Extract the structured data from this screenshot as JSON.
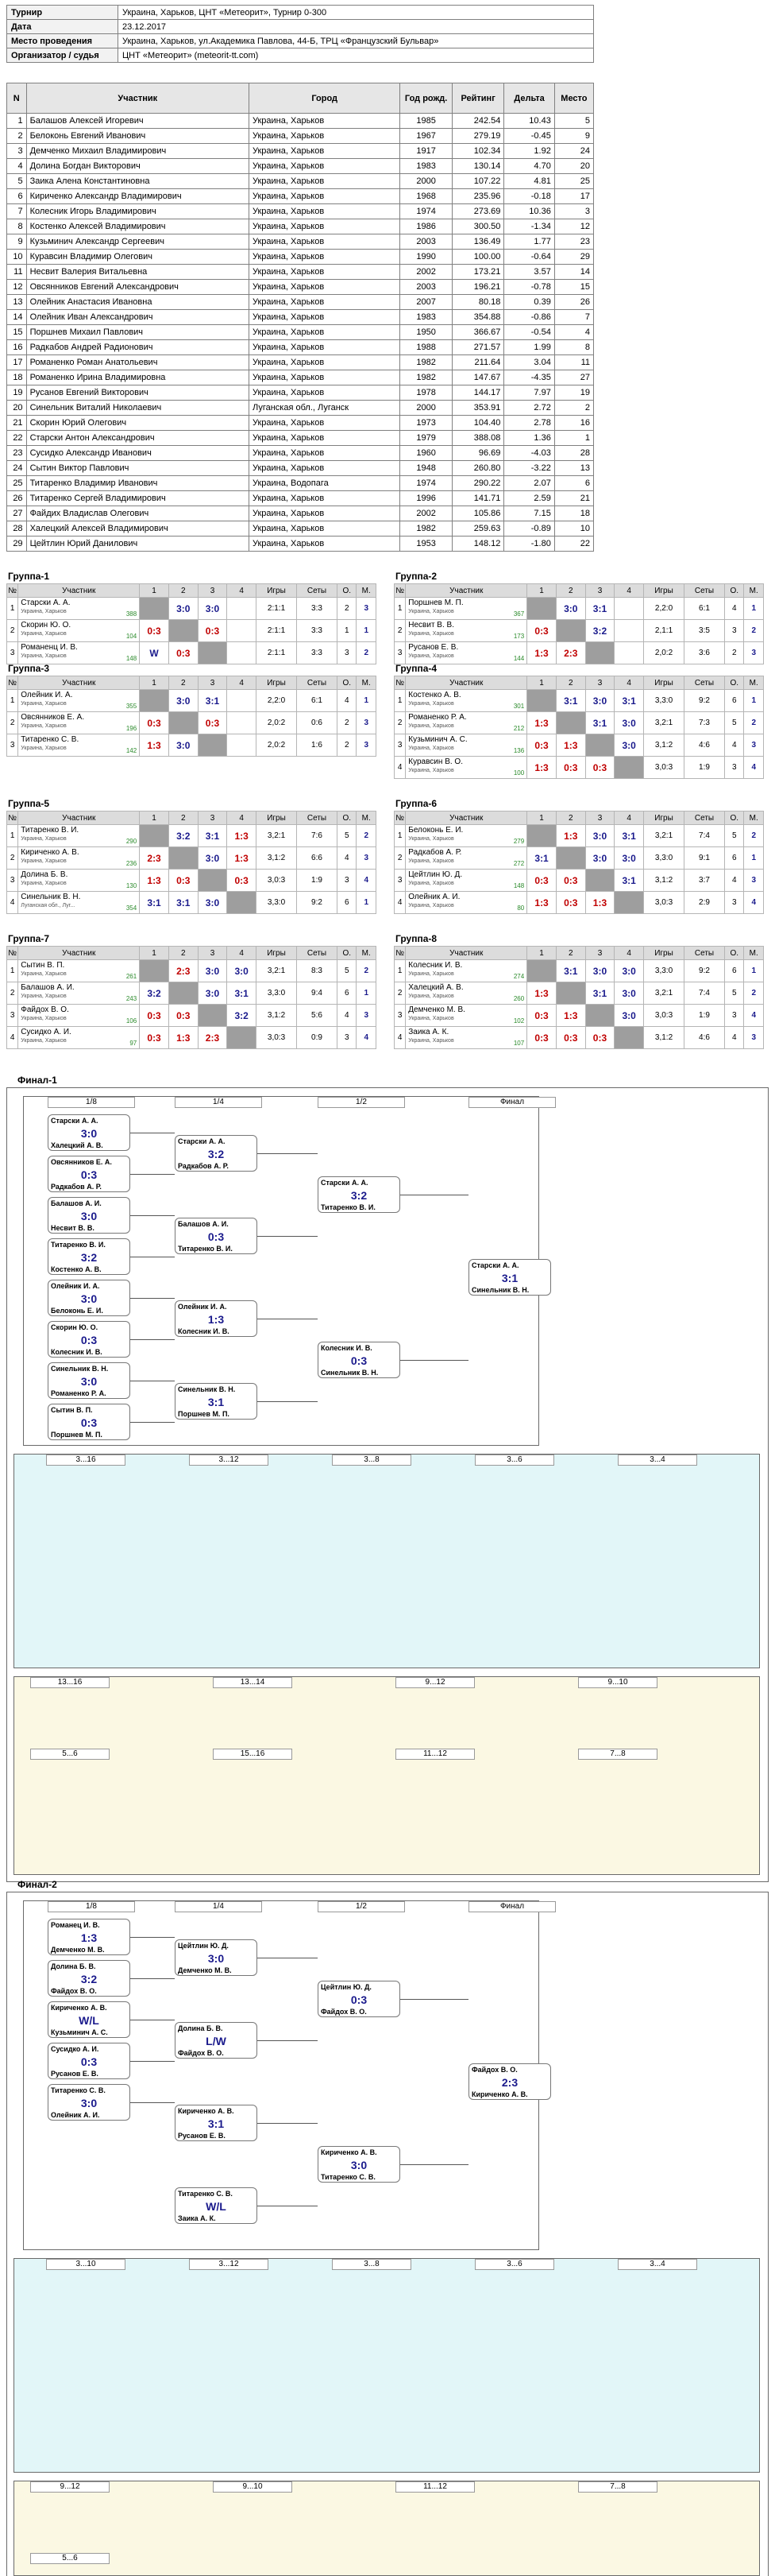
{
  "info": [
    {
      "k": "Турнир",
      "v": "Украина, Харьков, ЦНТ «Метеорит», Турнир 0-300"
    },
    {
      "k": "Дата",
      "v": "23.12.2017"
    },
    {
      "k": "Место проведения",
      "v": "Украина, Харьков, ул.Академика Павлова, 44-Б, ТРЦ «Французский Бульвар»"
    },
    {
      "k": "Организатор / судья",
      "v": "ЦНТ «Метеорит» (meteorit-tt.com)"
    }
  ],
  "players_headers": [
    "N",
    "Участник",
    "Город",
    "Год рожд.",
    "Рейтинг",
    "Дельта",
    "Место"
  ],
  "players": [
    [
      "1",
      "Балашов Алексей Игоревич",
      "Украина, Харьков",
      "1985",
      "242.54",
      "10.43",
      "5"
    ],
    [
      "2",
      "Белоконь Евгений Иванович",
      "Украина, Харьков",
      "1967",
      "279.19",
      "-0.45",
      "9"
    ],
    [
      "3",
      "Демченко Михаил Владимирович",
      "Украина, Харьков",
      "1917",
      "102.34",
      "1.92",
      "24"
    ],
    [
      "4",
      "Долина Богдан Викторович",
      "Украина, Харьков",
      "1983",
      "130.14",
      "4.70",
      "20"
    ],
    [
      "5",
      "Заика Алена Константиновна",
      "Украина, Харьков",
      "2000",
      "107.22",
      "4.81",
      "25"
    ],
    [
      "6",
      "Кириченко Александр Владимирович",
      "Украина, Харьков",
      "1968",
      "235.96",
      "-0.18",
      "17"
    ],
    [
      "7",
      "Колесник Игорь Владимирович",
      "Украина, Харьков",
      "1974",
      "273.69",
      "10.36",
      "3"
    ],
    [
      "8",
      "Костенко Алексей Владимирович",
      "Украина, Харьков",
      "1986",
      "300.50",
      "-1.34",
      "12"
    ],
    [
      "9",
      "Кузьминич Александр Сергеевич",
      "Украина, Харьков",
      "2003",
      "136.49",
      "1.77",
      "23"
    ],
    [
      "10",
      "Куравсин Владимир Олегович",
      "Украина, Харьков",
      "1990",
      "100.00",
      "-0.64",
      "29"
    ],
    [
      "11",
      "Несвит Валерия Витальевна",
      "Украина, Харьков",
      "2002",
      "173.21",
      "3.57",
      "14"
    ],
    [
      "12",
      "Овсянников Евгений Александрович",
      "Украина, Харьков",
      "2003",
      "196.21",
      "-0.78",
      "15"
    ],
    [
      "13",
      "Олейник Анастасия Ивановна",
      "Украина, Харьков",
      "2007",
      "80.18",
      "0.39",
      "26"
    ],
    [
      "14",
      "Олейник Иван Александрович",
      "Украина, Харьков",
      "1983",
      "354.88",
      "-0.86",
      "7"
    ],
    [
      "15",
      "Поршнев Михаил Павлович",
      "Украина, Харьков",
      "1950",
      "366.67",
      "-0.54",
      "4"
    ],
    [
      "16",
      "Радкабов Андрей Радионович",
      "Украина, Харьков",
      "1988",
      "271.57",
      "1.99",
      "8"
    ],
    [
      "17",
      "Романенко Роман Анатольевич",
      "Украина, Харьков",
      "1982",
      "211.64",
      "3.04",
      "11"
    ],
    [
      "18",
      "Романенко Ирина Владимировна",
      "Украина, Харьков",
      "1982",
      "147.67",
      "-4.35",
      "27"
    ],
    [
      "19",
      "Русанов Евгений Викторович",
      "Украина, Харьков",
      "1978",
      "144.17",
      "7.97",
      "19"
    ],
    [
      "20",
      "Синельник Виталий Николаевич",
      "Луганская обл., Луганск",
      "2000",
      "353.91",
      "2.72",
      "2"
    ],
    [
      "21",
      "Скорин Юрий Олегович",
      "Украина, Харьков",
      "1973",
      "104.40",
      "2.78",
      "16"
    ],
    [
      "22",
      "Старски Антон Александрович",
      "Украина, Харьков",
      "1979",
      "388.08",
      "1.36",
      "1"
    ],
    [
      "23",
      "Сусидко Александр Иванович",
      "Украина, Харьков",
      "1960",
      "96.69",
      "-4.03",
      "28"
    ],
    [
      "24",
      "Сытин Виктор Павлович",
      "Украина, Харьков",
      "1948",
      "260.80",
      "-3.22",
      "13"
    ],
    [
      "25",
      "Титаренко Владимир Иванович",
      "Украина, Водопага",
      "1974",
      "290.22",
      "2.07",
      "6"
    ],
    [
      "26",
      "Титаренко Сергей Владимирович",
      "Украина, Харьков",
      "1996",
      "141.71",
      "2.59",
      "21"
    ],
    [
      "27",
      "Файдих Владислав Олегович",
      "Украина, Харьков",
      "2002",
      "105.86",
      "7.15",
      "18"
    ],
    [
      "28",
      "Халецкий Алексей Владимирович",
      "Украина, Харьков",
      "1982",
      "259.63",
      "-0.89",
      "10"
    ],
    [
      "29",
      "Цейтлин Юрий Данилович",
      "Украина, Харьков",
      "1953",
      "148.12",
      "-1.80",
      "22"
    ]
  ],
  "group_headers": [
    "№",
    "Участник",
    "1",
    "2",
    "3",
    "4",
    "Игры",
    "Сеты",
    "О.",
    "М."
  ],
  "groups": [
    {
      "title": "Группа-1",
      "rows": [
        {
          "n": "1",
          "name": "Старски А. А.",
          "city": "Украина, Харьков",
          "rt": "388",
          "s": [
            "",
            "3:0",
            "3:0",
            ""
          ],
          "g": "2:1:1",
          "sets": "3:3",
          "o": "2",
          "m": "3"
        },
        {
          "n": "2",
          "name": "Скорин Ю. О.",
          "city": "Украина, Харьков",
          "rt": "104",
          "s": [
            "0:3",
            "",
            "0:3",
            ""
          ],
          "g": "2:1:1",
          "sets": "3:3",
          "o": "1",
          "m": "1"
        },
        {
          "n": "3",
          "name": "Романенц И. В.",
          "city": "Украина, Харьков",
          "rt": "148",
          "s": [
            "W",
            "0:3",
            ""
          ],
          "g": "2:1:1",
          "sets": "3:3",
          "o": "3",
          "m": "2"
        }
      ]
    },
    {
      "title": "Группа-2",
      "rows": [
        {
          "n": "1",
          "name": "Поршнев М. П.",
          "city": "Украина, Харьков",
          "rt": "367",
          "s": [
            "",
            "3:0",
            "3:1",
            ""
          ],
          "g": "2,2:0",
          "sets": "6:1",
          "o": "4",
          "m": "1"
        },
        {
          "n": "2",
          "name": "Несвит В. В.",
          "city": "Украина, Харьков",
          "rt": "173",
          "s": [
            "0:3",
            "",
            "3:2",
            ""
          ],
          "g": "2,1:1",
          "sets": "3:5",
          "o": "3",
          "m": "2"
        },
        {
          "n": "3",
          "name": "Русанов Е. В.",
          "city": "Украина, Харьков",
          "rt": "144",
          "s": [
            "1:3",
            "2:3",
            "",
            ""
          ],
          "g": "2,0:2",
          "sets": "3:6",
          "o": "2",
          "m": "3"
        }
      ]
    },
    {
      "title": "Группа-3",
      "rows": [
        {
          "n": "1",
          "name": "Олейник И. А.",
          "city": "Украина, Харьков",
          "rt": "355",
          "s": [
            "",
            "3:0",
            "3:1",
            ""
          ],
          "g": "2,2:0",
          "sets": "6:1",
          "o": "4",
          "m": "1"
        },
        {
          "n": "2",
          "name": "Овсянников Е. А.",
          "city": "Украина, Харьков",
          "rt": "196",
          "s": [
            "0:3",
            "",
            "0:3",
            ""
          ],
          "g": "2,0:2",
          "sets": "0:6",
          "o": "2",
          "m": "3"
        },
        {
          "n": "3",
          "name": "Титаренко С. В.",
          "city": "Украина, Харьков",
          "rt": "142",
          "s": [
            "1:3",
            "3:0",
            "",
            ""
          ],
          "g": "2,0:2",
          "sets": "1:6",
          "o": "2",
          "m": "3"
        }
      ]
    },
    {
      "title": "Группа-4",
      "rows": [
        {
          "n": "1",
          "name": "Костенко А. В.",
          "city": "Украина, Харьков",
          "rt": "301",
          "s": [
            "",
            "3:1",
            "3:0",
            "3:1"
          ],
          "g": "3,3:0",
          "sets": "9:2",
          "o": "6",
          "m": "1"
        },
        {
          "n": "2",
          "name": "Романенко Р. А.",
          "city": "Украина, Харьков",
          "rt": "212",
          "s": [
            "1:3",
            "",
            "3:1",
            "3:0"
          ],
          "g": "3,2:1",
          "sets": "7:3",
          "o": "5",
          "m": "2"
        },
        {
          "n": "3",
          "name": "Кузьминич А. С.",
          "city": "Украина, Харьков",
          "rt": "136",
          "s": [
            "0:3",
            "1:3",
            "",
            "3:0"
          ],
          "g": "3,1:2",
          "sets": "4:6",
          "o": "4",
          "m": "3"
        },
        {
          "n": "4",
          "name": "Куравсин В. О.",
          "city": "Украина, Харьков",
          "rt": "100",
          "s": [
            "1:3",
            "0:3",
            "0:3",
            ""
          ],
          "g": "3,0:3",
          "sets": "1:9",
          "o": "3",
          "m": "4"
        }
      ]
    },
    {
      "title": "Группа-5",
      "rows": [
        {
          "n": "1",
          "name": "Титаренко В. И.",
          "city": "Украина, Харьков",
          "rt": "290",
          "s": [
            "",
            "3:2",
            "3:1",
            "1:3"
          ],
          "g": "3,2:1",
          "sets": "7:6",
          "o": "5",
          "m": "2"
        },
        {
          "n": "2",
          "name": "Кириченко А. В.",
          "city": "Украина, Харьков",
          "rt": "236",
          "s": [
            "2:3",
            "",
            "3:0",
            "1:3"
          ],
          "g": "3,1:2",
          "sets": "6:6",
          "o": "4",
          "m": "3"
        },
        {
          "n": "3",
          "name": "Долина Б. В.",
          "city": "Украина, Харьков",
          "rt": "130",
          "s": [
            "1:3",
            "0:3",
            "",
            "0:3"
          ],
          "g": "3,0:3",
          "sets": "1:9",
          "o": "3",
          "m": "4"
        },
        {
          "n": "4",
          "name": "Синельник В. Н.",
          "city": "Луганская обл., Луг...",
          "rt": "354",
          "s": [
            "3:1",
            "3:1",
            "3:0",
            ""
          ],
          "g": "3,3:0",
          "sets": "9:2",
          "o": "6",
          "m": "1"
        }
      ]
    },
    {
      "title": "Группа-6",
      "rows": [
        {
          "n": "1",
          "name": "Белоконь Е. И.",
          "city": "Украина, Харьков",
          "rt": "279",
          "s": [
            "",
            "1:3",
            "3:0",
            "3:1"
          ],
          "g": "3,2:1",
          "sets": "7:4",
          "o": "5",
          "m": "2"
        },
        {
          "n": "2",
          "name": "Радкабов А. Р.",
          "city": "Украина, Харьков",
          "rt": "272",
          "s": [
            "3:1",
            "",
            "3:0",
            "3:0"
          ],
          "g": "3,3:0",
          "sets": "9:1",
          "o": "6",
          "m": "1"
        },
        {
          "n": "3",
          "name": "Цейтлин Ю. Д.",
          "city": "Украина, Харьков",
          "rt": "148",
          "s": [
            "0:3",
            "0:3",
            "",
            "3:1"
          ],
          "g": "3,1:2",
          "sets": "3:7",
          "o": "4",
          "m": "3"
        },
        {
          "n": "4",
          "name": "Олейник А. И.",
          "city": "Украина, Харьков",
          "rt": "80",
          "s": [
            "1:3",
            "0:3",
            "1:3",
            ""
          ],
          "g": "3,0:3",
          "sets": "2:9",
          "o": "3",
          "m": "4"
        }
      ]
    },
    {
      "title": "Группа-7",
      "rows": [
        {
          "n": "1",
          "name": "Сытин В. П.",
          "city": "Украина, Харьков",
          "rt": "261",
          "s": [
            "",
            "2:3",
            "3:0",
            "3:0"
          ],
          "g": "3,2:1",
          "sets": "8:3",
          "o": "5",
          "m": "2"
        },
        {
          "n": "2",
          "name": "Балашов А. И.",
          "city": "Украина, Харьков",
          "rt": "243",
          "s": [
            "3:2",
            "",
            "3:0",
            "3:1"
          ],
          "g": "3,3:0",
          "sets": "9:4",
          "o": "6",
          "m": "1"
        },
        {
          "n": "3",
          "name": "Файдох В. О.",
          "city": "Украина, Харьков",
          "rt": "106",
          "s": [
            "0:3",
            "0:3",
            "",
            "3:2"
          ],
          "g": "3,1:2",
          "sets": "5:6",
          "o": "4",
          "m": "3"
        },
        {
          "n": "4",
          "name": "Сусидко А. И.",
          "city": "Украина, Харьков",
          "rt": "97",
          "s": [
            "0:3",
            "1:3",
            "2:3",
            ""
          ],
          "g": "3,0:3",
          "sets": "0:9",
          "o": "3",
          "m": "4"
        }
      ]
    },
    {
      "title": "Группа-8",
      "rows": [
        {
          "n": "1",
          "name": "Колесник И. В.",
          "city": "Украина, Харьков",
          "rt": "274",
          "s": [
            "",
            "3:1",
            "3:0",
            "3:0"
          ],
          "g": "3,3:0",
          "sets": "9:2",
          "o": "6",
          "m": "1"
        },
        {
          "n": "2",
          "name": "Халецкий А. В.",
          "city": "Украина, Харьков",
          "rt": "260",
          "s": [
            "1:3",
            "",
            "3:1",
            "3:0"
          ],
          "g": "3,2:1",
          "sets": "7:4",
          "o": "5",
          "m": "2"
        },
        {
          "n": "3",
          "name": "Демченко М. В.",
          "city": "Украина, Харьков",
          "rt": "102",
          "s": [
            "0:3",
            "1:3",
            "",
            "3:0"
          ],
          "g": "3,0:3",
          "sets": "1:9",
          "o": "3",
          "m": "4"
        },
        {
          "n": "4",
          "name": "Заика А. К.",
          "city": "Украина, Харьков",
          "rt": "107",
          "s": [
            "0:3",
            "0:3",
            "0:3",
            ""
          ],
          "g": "3,1:2",
          "sets": "4:6",
          "o": "4",
          "m": "3"
        }
      ]
    }
  ],
  "finals": [
    {
      "title": "Финал-1",
      "rounds": [
        "1/8",
        "1/4",
        "1/2",
        "Финал"
      ],
      "r1": [
        {
          "p1": "Старски А. А.",
          "p2": "Халецкий А. В.",
          "score": "3:0"
        },
        {
          "p1": "Овсянников Е. А.",
          "p2": "Радкабов А. Р.",
          "score": "0:3"
        },
        {
          "p1": "Балашов А. И.",
          "p2": "Несвит В. В.",
          "score": "3:0"
        },
        {
          "p1": "Титаренко В. И.",
          "p2": "Костенко А. В.",
          "score": "3:2"
        },
        {
          "p1": "Олейник И. А.",
          "p2": "Белоконь Е. И.",
          "score": "3:0"
        },
        {
          "p1": "Скорин Ю. О.",
          "p2": "Колесник И. В.",
          "score": "0:3"
        },
        {
          "p1": "Синельник В. Н.",
          "p2": "Романенко Р. А.",
          "score": "3:0"
        },
        {
          "p1": "Сытин В. П.",
          "p2": "Поршнев М. П.",
          "score": "0:3"
        }
      ],
      "r2": [
        {
          "p1": "Старски А. А.",
          "p2": "Радкабов А. Р.",
          "score": "3:2"
        },
        {
          "p1": "Балашов А. И.",
          "p2": "Титаренко В. И.",
          "score": "0:3"
        },
        {
          "p1": "Олейник И. А.",
          "p2": "Колесник И. В.",
          "score": "1:3"
        },
        {
          "p1": "Синельник В. Н.",
          "p2": "Поршнев М. П.",
          "score": "3:1"
        }
      ],
      "r3": [
        {
          "p1": "Старски А. А.",
          "p2": "Титаренко В. И.",
          "score": "3:2"
        },
        {
          "p1": "Колесник И. В.",
          "p2": "Синельник В. Н.",
          "score": "0:3"
        }
      ],
      "r4": [
        {
          "p1": "Старски А. А.",
          "p2": "Синельник В. Н.",
          "score": "3:1"
        }
      ],
      "stages": [
        "3...16",
        "3...12",
        "3...8",
        "3...6",
        "3...4",
        "13...16",
        "13...14",
        "9...12",
        "9...10",
        "5...6",
        "15...16",
        "11...12",
        "7...8"
      ]
    },
    {
      "title": "Финал-2",
      "rounds": [
        "1/8",
        "1/4",
        "1/2",
        "Финал"
      ],
      "r1": [
        {
          "p1": "Романец И. В.",
          "p2": "Демченко М. В.",
          "score": "1:3"
        },
        {
          "p1": "Долина Б. В.",
          "p2": "Файдох В. О.",
          "score": "3:2"
        },
        {
          "p1": "Кириченко А. В.",
          "p2": "Кузьминич А. С.",
          "score": "W/L"
        },
        {
          "p1": "Сусидко А. И.",
          "p2": "Русанов Е. В.",
          "score": "0:3"
        },
        {
          "p1": "Титаренко С. В.",
          "p2": "Олейник А. И.",
          "score": "3:0"
        },
        {
          "p1": "",
          "p2": "",
          "score": ""
        },
        {
          "p1": "",
          "p2": "",
          "score": ""
        },
        {
          "p1": "",
          "p2": "",
          "score": ""
        }
      ],
      "r2": [
        {
          "p1": "Цейтлин Ю. Д.",
          "p2": "Демченко М. В.",
          "score": "3:0"
        },
        {
          "p1": "Долина Б. В.",
          "p2": "Файдох В. О.",
          "score": "L/W"
        },
        {
          "p1": "Кириченко А. В.",
          "p2": "Русанов Е. В.",
          "score": "3:1"
        },
        {
          "p1": "Титаренко С. В.",
          "p2": "Заика А. К.",
          "score": "W/L"
        }
      ],
      "r3": [
        {
          "p1": "Цейтлин Ю. Д.",
          "p2": "Файдох В. О.",
          "score": "0:3"
        },
        {
          "p1": "Кириченко А. В.",
          "p2": "Титаренко С. В.",
          "score": "3:0"
        }
      ],
      "r4": [
        {
          "p1": "Файдох В. О.",
          "p2": "Кириченко А. В.",
          "score": "2:3"
        }
      ],
      "stages": [
        "3...10",
        "3...12",
        "3...8",
        "3...6",
        "3...4",
        "9...12",
        "9...10",
        "11...12",
        "7...8",
        "5...6"
      ]
    }
  ]
}
